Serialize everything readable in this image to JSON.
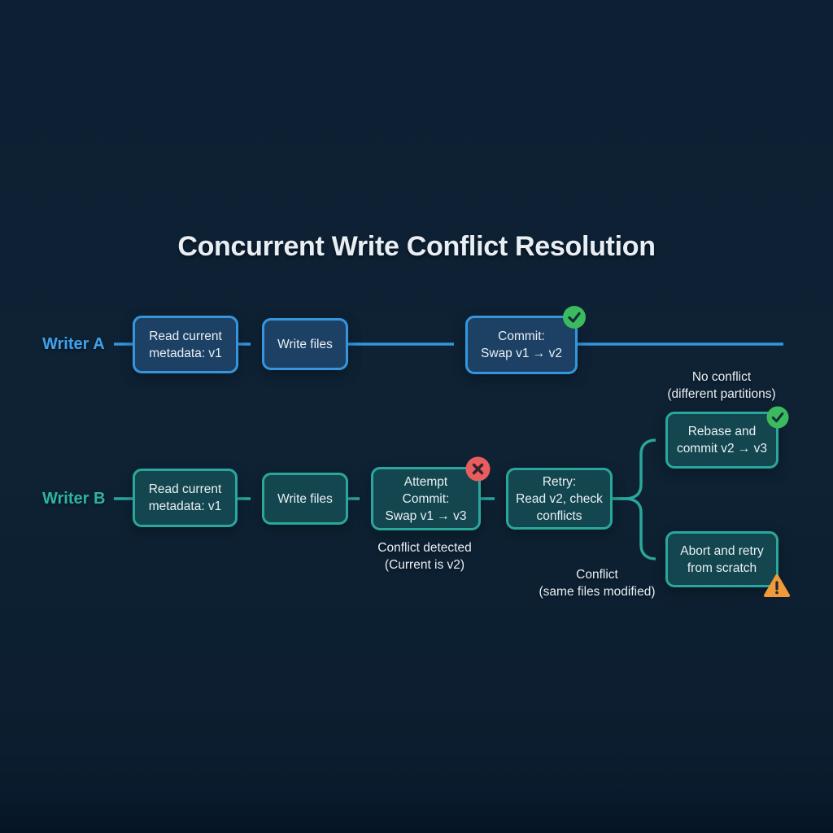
{
  "title": "Concurrent Write Conflict Resolution",
  "colors": {
    "background": "#0e2234",
    "accent_blue": "#3596de",
    "accent_teal": "#2aa79c",
    "fill_blue": "#1d4165",
    "fill_teal": "#14464f",
    "label_blue": "#3fa2ea",
    "label_teal": "#2fb3a6",
    "success_green": "#3cba5f",
    "error_red": "#e85d5d",
    "warning_orange": "#f09a38",
    "text": "#eaf0f6",
    "text_bright": "#e9eef4"
  },
  "icons": {
    "success": "check-circle",
    "error": "x-circle",
    "warning": "warning-triangle"
  },
  "writer_a": {
    "label": "Writer A",
    "boxes": [
      {
        "text": "Read current\nmetadata: v1"
      },
      {
        "text": "Write files"
      },
      {
        "text": "Commit:\nSwap v1 → v2",
        "badge": "success"
      }
    ]
  },
  "writer_b": {
    "label": "Writer B",
    "boxes": [
      {
        "text": "Read current\nmetadata: v1"
      },
      {
        "text": "Write files"
      },
      {
        "text": "Attempt\nCommit:\nSwap v1 → v3",
        "badge": "error"
      },
      {
        "text": "Retry:\nRead v2, check\nconflicts"
      }
    ],
    "outcomes": [
      {
        "text": "Rebase and\ncommit v2 → v3",
        "badge": "success"
      },
      {
        "text": "Abort and retry\nfrom scratch",
        "badge": "warning"
      }
    ]
  },
  "annotations": {
    "no_conflict": "No conflict\n(different partitions)",
    "conflict_detected": "Conflict detected\n(Current is v2)",
    "conflict_same_files": "Conflict\n(same files modified)"
  }
}
